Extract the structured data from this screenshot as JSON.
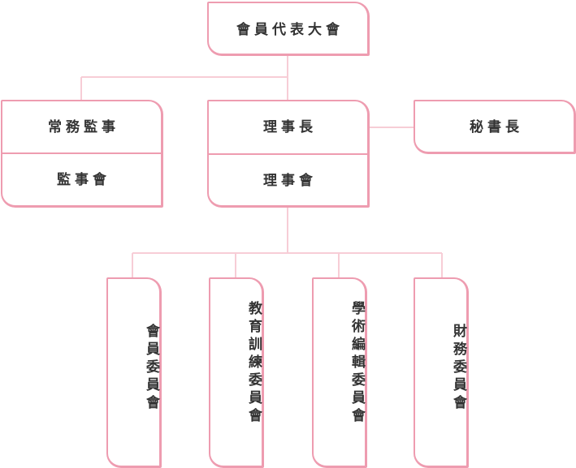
{
  "org_chart": {
    "top": {
      "label": "會員代表大會"
    },
    "supervisor": {
      "title": "常務監事",
      "body": "監事會"
    },
    "chair": {
      "title": "理事長",
      "body": "理事會"
    },
    "secretary": {
      "label": "秘書長"
    },
    "committees": [
      {
        "label": "會員委員會"
      },
      {
        "label": "教育訓練委員會"
      },
      {
        "label": "學術編輯委員會"
      },
      {
        "label": "財務委員會"
      }
    ]
  },
  "colors": {
    "box_border": "#ee9cb0",
    "connector": "#f7cdd6",
    "text": "#333333"
  }
}
